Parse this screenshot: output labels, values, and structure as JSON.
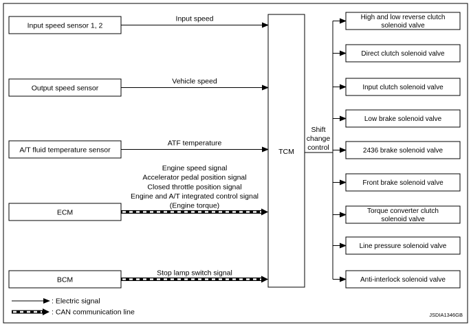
{
  "diagram": {
    "inputs": [
      {
        "label": "Input speed sensor 1, 2",
        "signal": [
          "Input speed"
        ],
        "type": "electric"
      },
      {
        "label": "Output speed sensor",
        "signal": [
          "Vehicle speed"
        ],
        "type": "electric"
      },
      {
        "label": "A/T fluid temperature sensor",
        "signal": [
          "ATF temperature"
        ],
        "type": "electric"
      },
      {
        "label": "ECM",
        "signal": [
          "Engine speed signal",
          "Accelerator pedal position signal",
          "Closed throttle position signal",
          "Engine and A/T integrated control signal",
          "(Engine torque)"
        ],
        "type": "can"
      },
      {
        "label": "BCM",
        "signal": [
          "Stop lamp switch signal"
        ],
        "type": "can"
      }
    ],
    "controller": {
      "label": "TCM"
    },
    "output_signal": [
      "Shift",
      "change",
      "control"
    ],
    "outputs": [
      [
        "High and low reverse clutch",
        "solenoid valve"
      ],
      [
        "Direct clutch solenoid valve"
      ],
      [
        "Input clutch solenoid valve"
      ],
      [
        "Low brake solenoid valve"
      ],
      [
        "2436 brake solenoid valve"
      ],
      [
        "Front brake solenoid valve"
      ],
      [
        "Torque converter clutch",
        "solenoid valve"
      ],
      [
        "Line pressure solenoid valve"
      ],
      [
        "Anti-interlock solenoid valve"
      ]
    ],
    "legend": {
      "electric": ": Electric signal",
      "can": ": CAN communication line"
    },
    "reference_code": "JSDIA1346GB"
  }
}
